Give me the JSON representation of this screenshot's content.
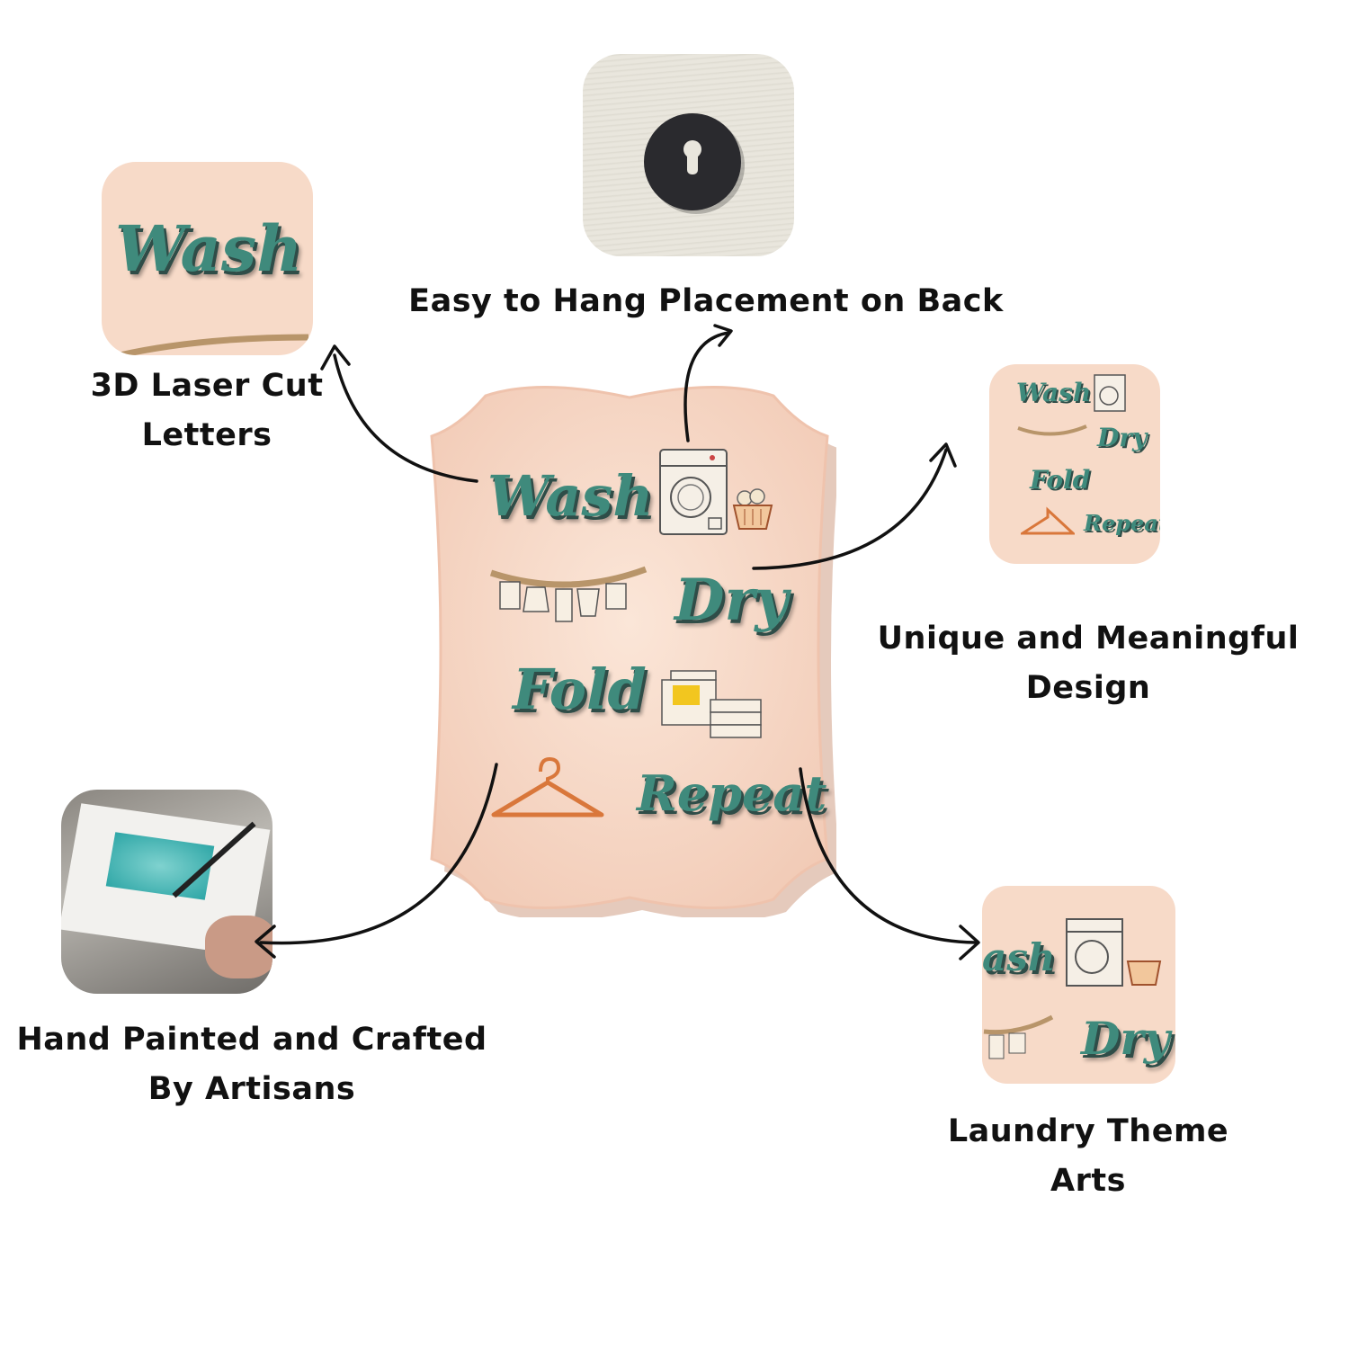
{
  "features": [
    {
      "id": "laser",
      "label_lines": [
        "3D Laser Cut",
        "Letters"
      ]
    },
    {
      "id": "hang",
      "label_lines": [
        "Easy to Hang Placement on Back"
      ]
    },
    {
      "id": "unique",
      "label_lines": [
        "Unique and Meaningful",
        "Design"
      ]
    },
    {
      "id": "hand",
      "label_lines": [
        "Hand Painted and Crafted",
        "By Artisans"
      ]
    },
    {
      "id": "theme",
      "label_lines": [
        "Laundry Theme",
        "Arts"
      ]
    }
  ],
  "sign": {
    "words": [
      "Wash",
      "Dry",
      "Fold",
      "Repeat"
    ]
  },
  "thumb_words": {
    "laser": "Wash",
    "theme": [
      "ash",
      "Dry"
    ],
    "unique": [
      "Wash",
      "Dry",
      "Fold",
      "Repeat"
    ]
  },
  "colors": {
    "board": "#f9ddcc",
    "board_edge": "#f0c3ad",
    "letter": "#3f8a7c",
    "hanger": "#d9773b",
    "arrow": "#111111"
  }
}
